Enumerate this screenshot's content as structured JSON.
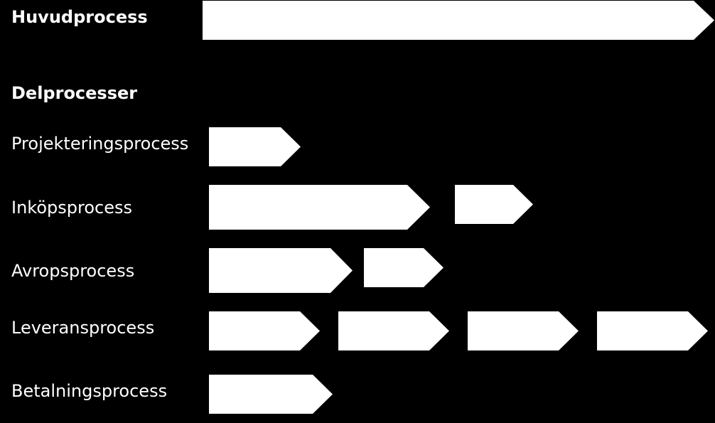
{
  "diagram": {
    "heading_main": "Huvudprocess",
    "heading_sub": "Delprocesser",
    "rows": [
      {
        "label": "Projekteringsprocess"
      },
      {
        "label": "Inköpsprocess"
      },
      {
        "label": "Avropsprocess"
      },
      {
        "label": "Leveransprocess"
      },
      {
        "label": "Betalningsprocess"
      }
    ]
  },
  "colors": {
    "background": "#000000",
    "shape_fill": "#ffffff",
    "text": "#ffffff"
  }
}
